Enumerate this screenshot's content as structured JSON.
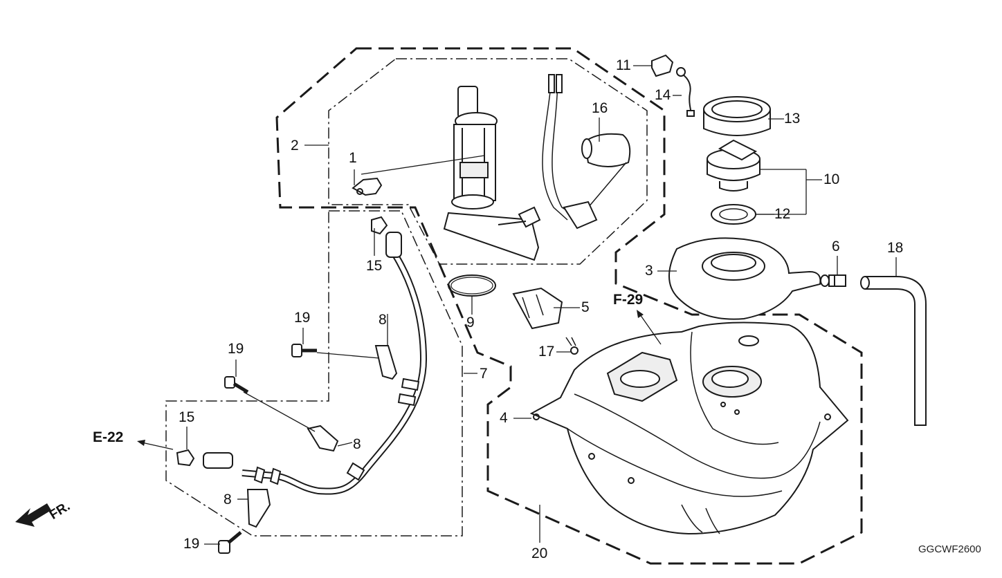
{
  "labels": {
    "p1": "1",
    "p2": "2",
    "p3": "3",
    "p4": "4",
    "p5": "5",
    "p6": "6",
    "p7": "7",
    "p8a": "8",
    "p8b": "8",
    "p8c": "8",
    "p9": "9",
    "p10": "10",
    "p11": "11",
    "p12": "12",
    "p13": "13",
    "p14": "14",
    "p15a": "15",
    "p15b": "15",
    "p16": "16",
    "p17": "17",
    "p18": "18",
    "p19a": "19",
    "p19b": "19",
    "p19c": "19",
    "p20": "20"
  },
  "refs": {
    "e22": "E-22",
    "f29": "F-29"
  },
  "direction_label": "FR.",
  "diagram_code": "GGCWF2600",
  "colors": {
    "line": "#1a1a1a",
    "fill": "#ffffff",
    "shade": "#e6e6e6"
  }
}
